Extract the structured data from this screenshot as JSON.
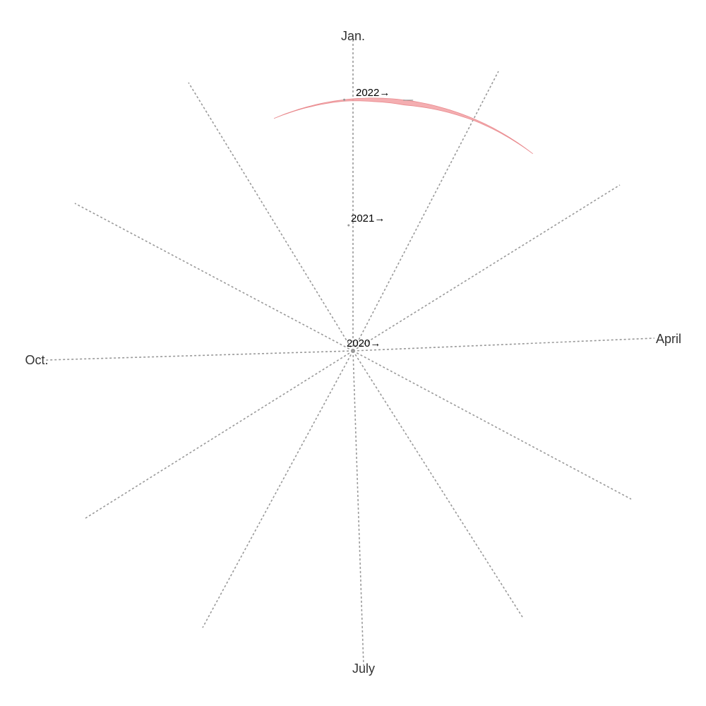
{
  "chart_data": {
    "type": "area",
    "coordinate_system": "spiral",
    "title": "",
    "month_labels": [
      "Jan.",
      "April",
      "July",
      "Oct."
    ],
    "spoke_count": 12,
    "year_labels": [
      "2020→",
      "2021→",
      "2022→"
    ],
    "start_year": 2020,
    "end_year": 2022,
    "series": [
      {
        "x": [
          "2021-12-15",
          "2022-01-01",
          "2022-01-08",
          "2022-01-15",
          "2022-01-22",
          "2022-02-01",
          "2022-02-15"
        ],
        "values": [
          0,
          2,
          5,
          7,
          5,
          2,
          0
        ]
      }
    ],
    "colors": {
      "area": "#f2a0a3",
      "spokes": "#999999"
    },
    "grid": true,
    "legend": "none"
  }
}
